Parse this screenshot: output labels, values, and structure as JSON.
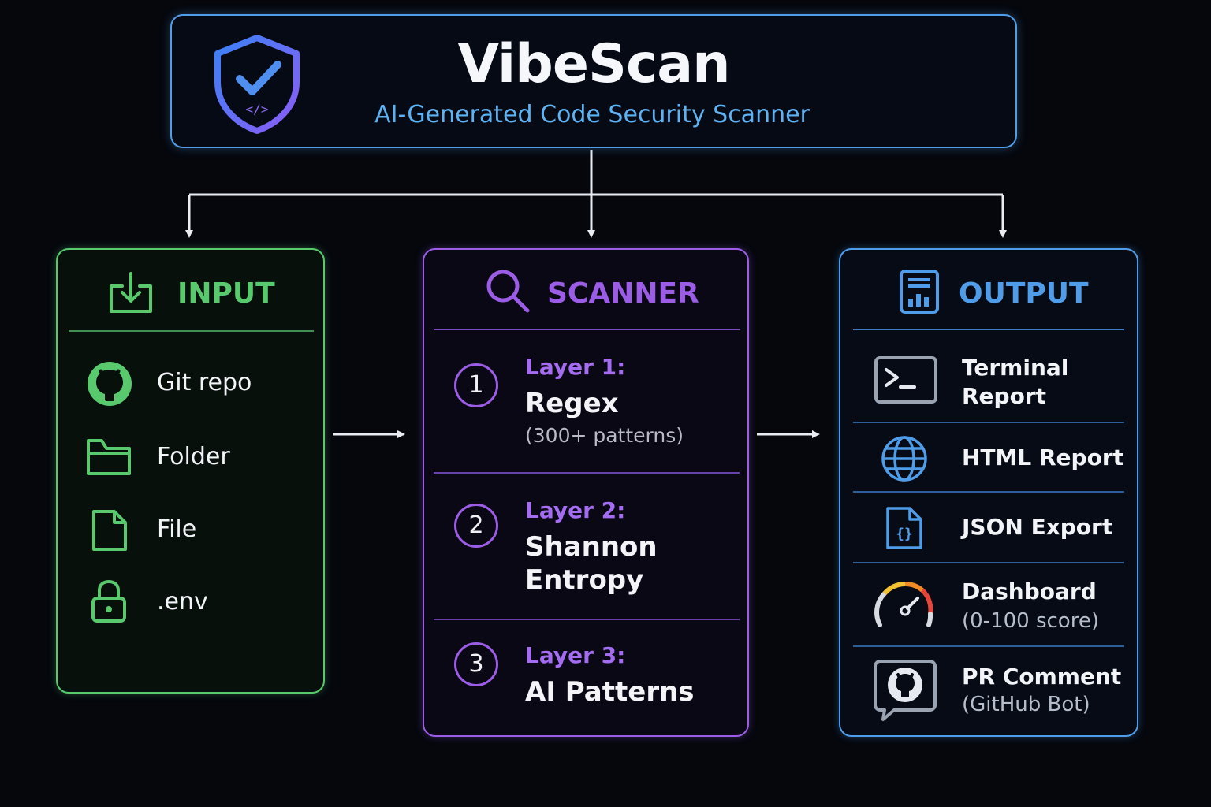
{
  "header": {
    "title": "VibeScan",
    "subtitle": "AI-Generated Code Security Scanner",
    "logo_icon": "shield-check-code-icon"
  },
  "colors": {
    "input": "#58c96c",
    "scanner": "#9b5de5",
    "output": "#4f9de8",
    "background": "#05070d"
  },
  "input": {
    "title": "INPUT",
    "icon": "download-icon",
    "items": [
      {
        "label": "Git repo",
        "icon": "github-icon"
      },
      {
        "label": "Folder",
        "icon": "folder-icon"
      },
      {
        "label": "File",
        "icon": "file-icon"
      },
      {
        "label": ".env",
        "icon": "lock-icon"
      }
    ]
  },
  "scanner": {
    "title": "SCANNER",
    "icon": "search-icon",
    "layers": [
      {
        "number": "1",
        "title": "Layer 1:",
        "name": "Regex",
        "sub": "(300+ patterns)"
      },
      {
        "number": "2",
        "title": "Layer 2:",
        "name": "Shannon",
        "name2": "Entropy"
      },
      {
        "number": "3",
        "title": "Layer 3:",
        "name": "AI Patterns"
      }
    ]
  },
  "output": {
    "title": "OUTPUT",
    "icon": "report-chart-icon",
    "items": [
      {
        "label": "Terminal",
        "label2": "Report",
        "icon": "terminal-icon"
      },
      {
        "label": "HTML Report",
        "icon": "globe-icon"
      },
      {
        "label": "JSON Export",
        "icon": "json-file-icon"
      },
      {
        "label": "Dashboard",
        "sub": "(0-100 score)",
        "icon": "gauge-icon"
      },
      {
        "label": "PR Comment",
        "sub": "(GitHub Bot)",
        "icon": "github-comment-icon"
      }
    ]
  }
}
